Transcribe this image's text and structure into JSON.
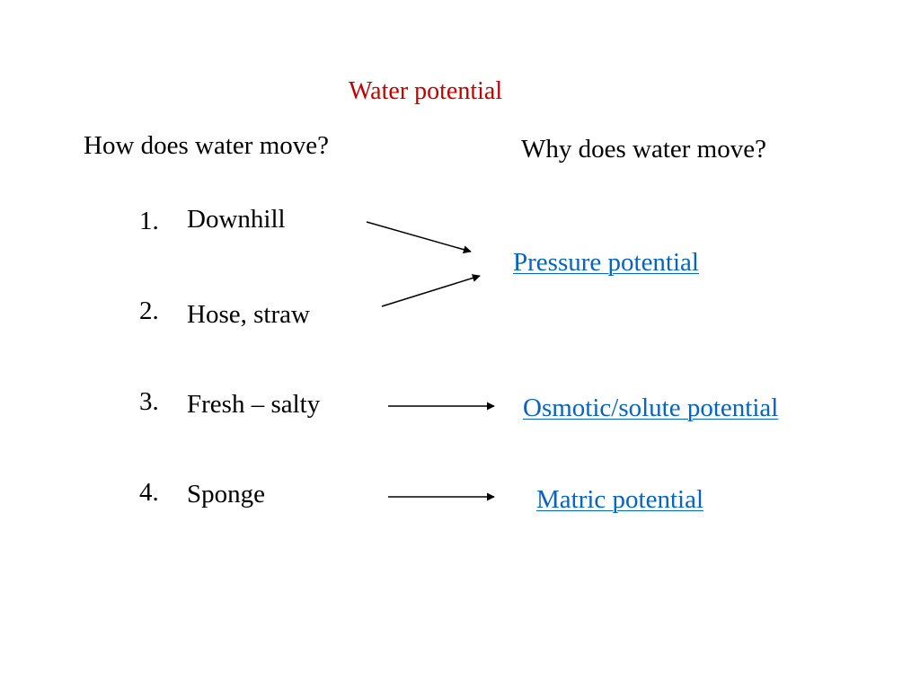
{
  "slide": {
    "title": "Water potential",
    "left_heading": "How does water move?",
    "right_heading": "Why does water move?",
    "items": [
      {
        "number": "1.",
        "label": "Downhill"
      },
      {
        "number": "2.",
        "label": "Hose, straw"
      },
      {
        "number": "3.",
        "label": "Fresh – salty"
      },
      {
        "number": "4.",
        "label": "Sponge"
      }
    ],
    "potentials": [
      {
        "label": "Pressure potential"
      },
      {
        "label": "Osmotic/solute potential"
      },
      {
        "label": "Matric potential"
      }
    ]
  },
  "colors": {
    "title": "#c00000",
    "link": "#0563c1",
    "text": "#000000",
    "background": "#ffffff"
  }
}
